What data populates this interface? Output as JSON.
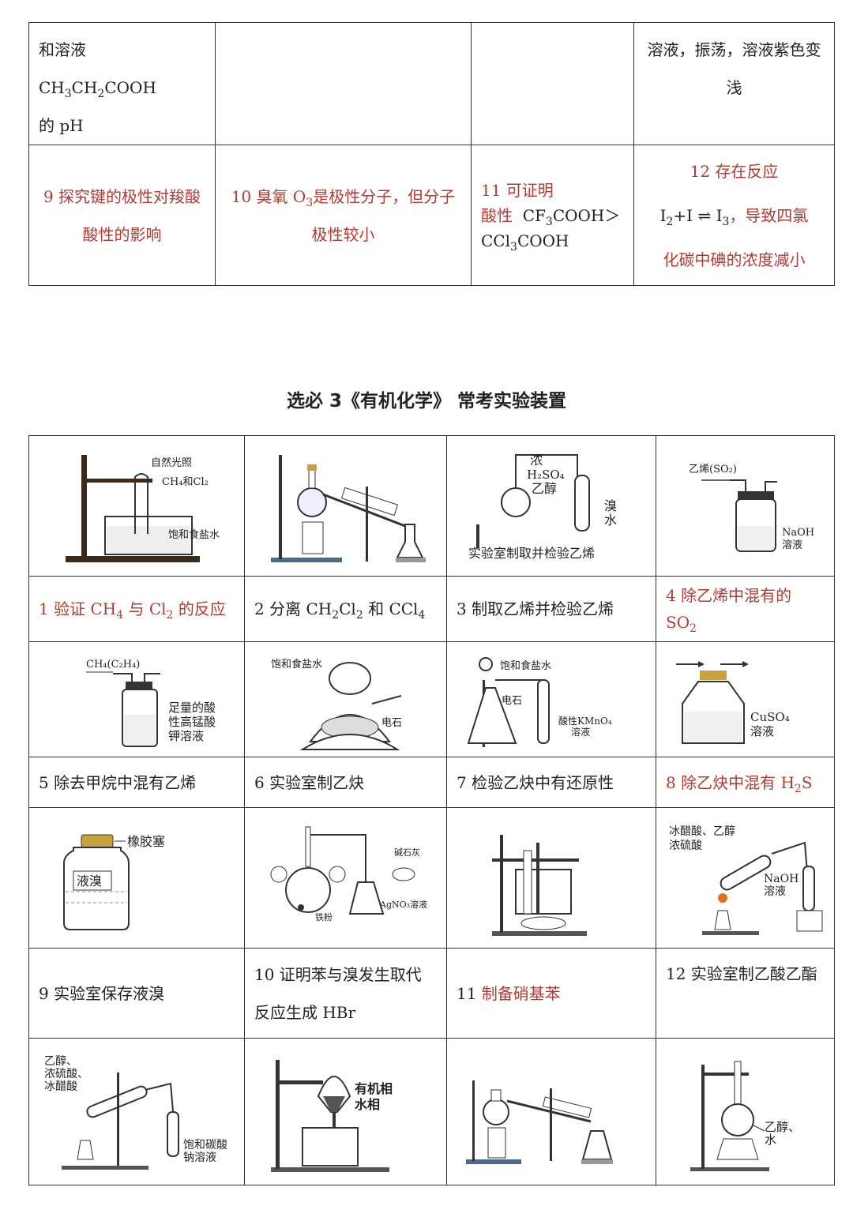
{
  "top_table": {
    "row1": {
      "c1": "和溶液 CH3CH2COOH 的 pH",
      "c1a": "和溶液 CH",
      "c1b": "CH",
      "c1c": "COOH",
      "c1d": "的 pH",
      "c2": "",
      "c3": "",
      "c4a": "溶液，振荡，溶液紫色变",
      "c4b": "浅"
    },
    "row2": {
      "c1a": "9 探究键的极性对羧酸",
      "c1b": "酸性的影响",
      "c2a": "10 臭氧 O",
      "c2b": "是极性分子，但分子",
      "c2c": "极性较小",
      "c3a": "11 可证明",
      "c3b": "酸性",
      "c3c": "CF",
      "c3d": "COOH＞",
      "c3e": "CCl",
      "c3f": "COOH",
      "c4a": "12 存在反应",
      "c4b": "I",
      "c4c": "+I",
      "c4d": "⇌",
      "c4e": "I",
      "c4f": "，导致四氯",
      "c4g": "化碳中碘的浓度减小"
    }
  },
  "title": "选必 3《有机化学》 常考实验装置",
  "experiments": [
    {
      "label": "1 验证 CH4 与 Cl2 的反应",
      "a": "1 验证 CH",
      "b": "与 Cl",
      "c": "的反应",
      "img_labels": [
        "自然光照",
        "CH₄和Cl₂",
        "饱和食盐水"
      ]
    },
    {
      "label": "2 分离 CH2Cl2 和 CCl4",
      "a": "2 分离 CH",
      "b": "Cl",
      "c": "和 CCl"
    },
    {
      "label": "3 制取乙烯并检验乙烯",
      "img_labels": [
        "浓",
        "H₂SO₄",
        "乙醇",
        "溴",
        "水",
        "实验室制取并检验乙烯"
      ]
    },
    {
      "label": "4 除乙烯中混有的 SO2",
      "a": "4 除乙烯中混有的",
      "b": "SO",
      "img_labels": [
        "乙烯(SO₂)",
        "NaOH",
        "溶液"
      ]
    },
    {
      "label": "5 除去甲烷中混有乙烯",
      "img_labels": [
        "CH₄(C₂H₄)",
        "足量的酸",
        "性高锰酸",
        "钾溶液"
      ]
    },
    {
      "label": "6 实验室制乙炔",
      "img_labels": [
        "饱和食盐水",
        "电石"
      ]
    },
    {
      "label": "7 检验乙炔中有还原性",
      "img_labels": [
        "饱和食盐水",
        "电石",
        "酸性KMnO₄",
        "溶液"
      ]
    },
    {
      "label": "8 除乙炔中混有 H2S",
      "a": "8 除乙炔中混有 H",
      "b": "S",
      "img_labels": [
        "CuSO₄",
        "溶液"
      ]
    },
    {
      "label": "9 实验室保存液溴",
      "img_labels": [
        "橡胶塞",
        "液溴"
      ]
    },
    {
      "label": "10 证明苯与溴发生取代反应生成 HBr",
      "a": "10 证明苯与溴发生取代",
      "b": "反应生成 HBr",
      "img_labels": [
        "碱石灰",
        "AgNO₃溶液",
        "铁粉"
      ]
    },
    {
      "label": "11 制备硝基苯",
      "a": "11",
      "b": "制备硝基苯"
    },
    {
      "label": "12 实验室制乙酸乙酯",
      "img_labels": [
        "冰醋酸、乙醇",
        "浓硫酸",
        "NaOH",
        "溶液"
      ]
    },
    {
      "img_labels": [
        "乙醇、",
        "浓硫酸、",
        "冰醋酸",
        "饱和碳酸",
        "钠溶液"
      ]
    },
    {
      "img_labels": [
        "有机相",
        "水相"
      ]
    },
    {},
    {
      "img_labels": [
        "乙醇、",
        "水"
      ]
    }
  ],
  "colors": {
    "accent_red": "#b23b33",
    "border": "#333333"
  }
}
